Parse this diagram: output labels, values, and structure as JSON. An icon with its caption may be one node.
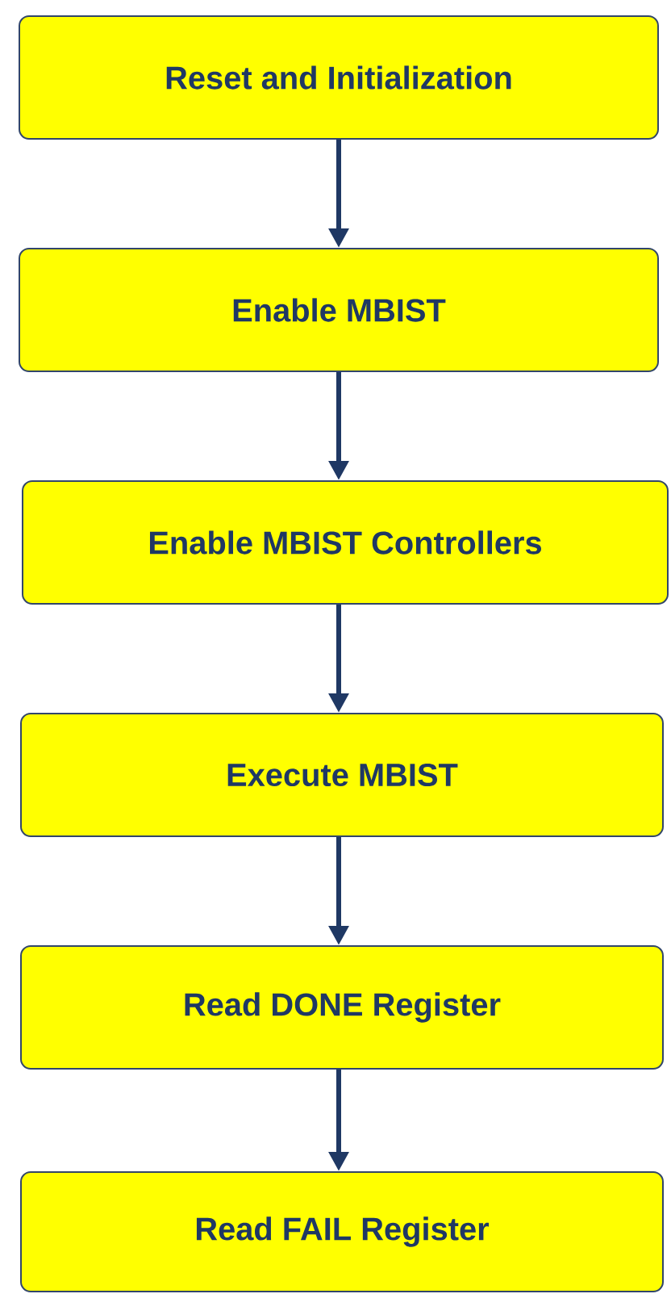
{
  "diagram": {
    "nodes": [
      {
        "text": [
          "Reset and Initialization"
        ]
      },
      {
        "text": [
          "Enable MBIST"
        ]
      },
      {
        "text": [
          "Enable MBIST Controllers"
        ]
      },
      {
        "text": [
          "Execute MBIST"
        ]
      },
      {
        "text": [
          "Read DONE Register"
        ]
      },
      {
        "text": [
          "Read FAIL Register"
        ]
      }
    ],
    "edges": [
      {
        "from": 0,
        "to": 1,
        "arrow": "to"
      },
      {
        "from": 1,
        "to": 2,
        "arrow": "to"
      },
      {
        "from": 2,
        "to": 3,
        "arrow": "to"
      },
      {
        "from": 3,
        "to": 4,
        "arrow": "to"
      },
      {
        "from": 4,
        "to": 5,
        "arrow": "to"
      }
    ]
  }
}
